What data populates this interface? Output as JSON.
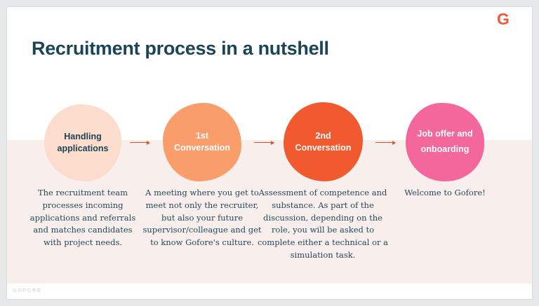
{
  "header": {
    "title": "Recruitment process in a nutshell",
    "logo_letter": "G"
  },
  "footer": {
    "brand": "GOFORE"
  },
  "steps": [
    {
      "label": "Handling\napplications",
      "description": "The recruitment team processes incoming applications and referrals and matches candidates with project needs."
    },
    {
      "label": "1st  Conversation",
      "description": "A meeting where you get to meet not only the recruiter, but also your future supervisor/colleague and get to know Gofore's culture."
    },
    {
      "label": "2nd Conversation",
      "description": "Assessment of competence and substance. As part of the discussion, depending on the role, you will be asked to complete either a technical or a simulation task."
    },
    {
      "label": "Job offer and\nonboarding",
      "description": "Welcome to Gofore!"
    }
  ],
  "colors": {
    "step1_circle": "#fbdccd",
    "step2_circle": "#f99e6b",
    "step3_circle": "#f05a2e",
    "step4_circle": "#f4679c",
    "arrow": "#df5429",
    "title_text": "#1b4455",
    "body_text": "#25475a",
    "logo": "#f0583a",
    "band_background": "#f8efec",
    "slide_background": "#ffffff"
  }
}
